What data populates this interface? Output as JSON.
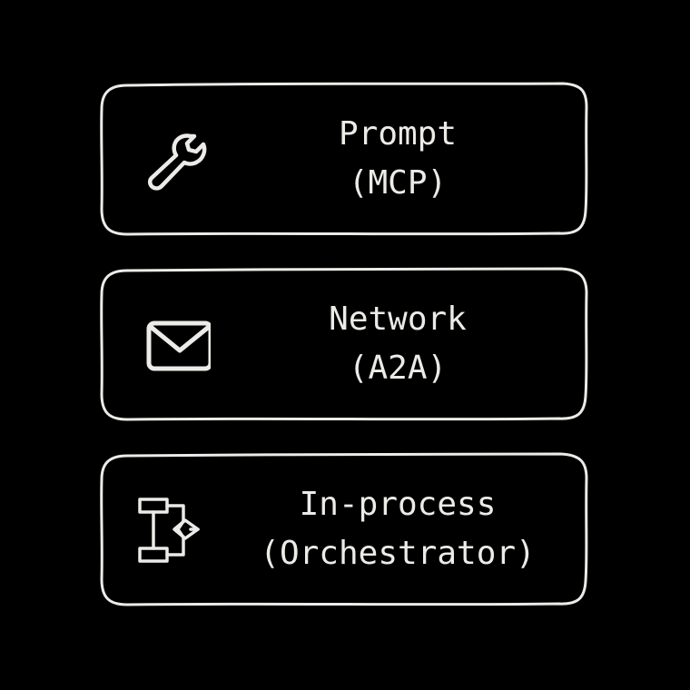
{
  "colors": {
    "background": "#000000",
    "stroke": "#ecebe7"
  },
  "cards": [
    {
      "icon": "wrench-icon",
      "title": "Prompt",
      "subtitle": "(MCP)"
    },
    {
      "icon": "envelope-icon",
      "title": "Network",
      "subtitle": "(A2A)"
    },
    {
      "icon": "flowchart-icon",
      "title": "In-process",
      "subtitle": "(Orchestrator)"
    }
  ]
}
